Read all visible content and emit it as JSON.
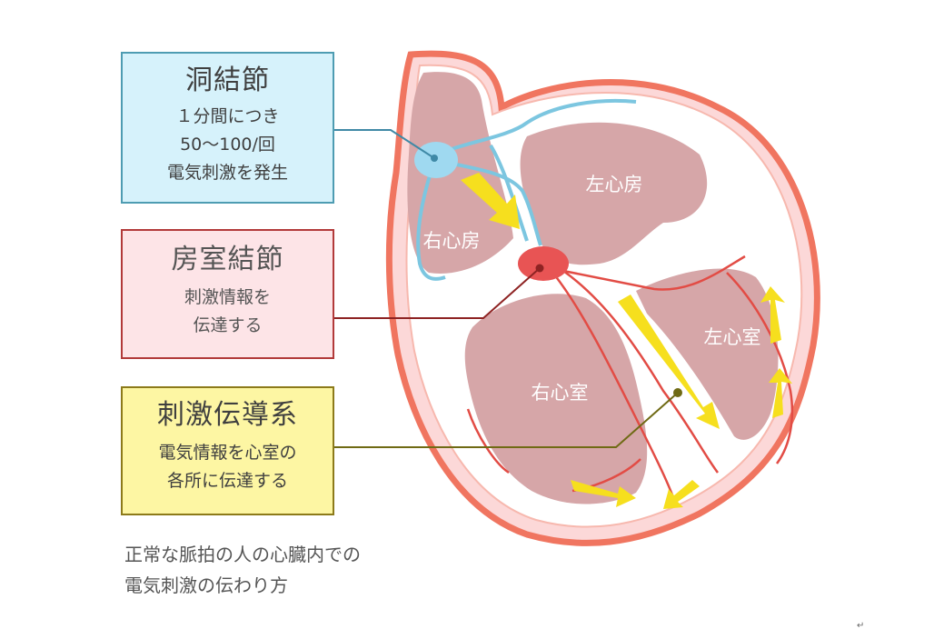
{
  "sa_node": {
    "title": "洞結節",
    "desc_lines": [
      "１分間につき",
      "50〜100/回",
      "電気刺激を発生"
    ],
    "color": "#4e9cb2"
  },
  "av_node": {
    "title": "房室結節",
    "desc_lines": [
      "刺激情報を",
      "伝達する"
    ],
    "color": "#b23a3a"
  },
  "conduction": {
    "title": "刺激伝導系",
    "desc_lines": [
      "電気情報を心室の",
      "各所に伝達する"
    ],
    "color": "#8c7a1a"
  },
  "chambers": {
    "right_atrium": "右心房",
    "left_atrium": "左心房",
    "right_ventricle": "右心室",
    "left_ventricle": "左心室"
  },
  "caption_lines": [
    "正常な脈拍の人の心臓内での",
    "電気刺激の伝わり方"
  ],
  "return_mark": "↵"
}
